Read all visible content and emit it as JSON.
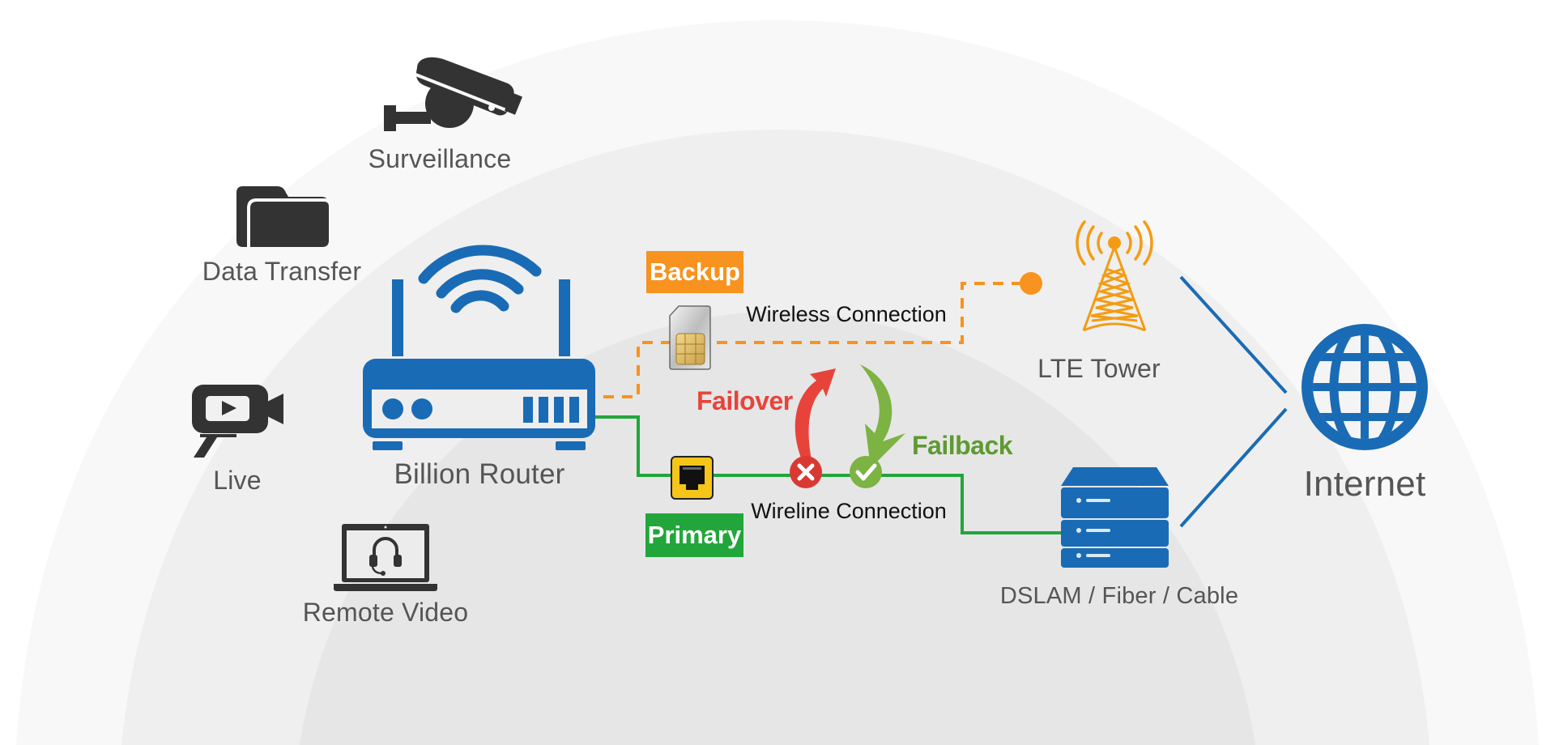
{
  "diagram": {
    "title": "Billion Router failover / failback network diagram",
    "colors": {
      "brand_blue": "#1a6bb5",
      "icon_dark": "#333333",
      "backup_orange": "#f7931e",
      "primary_green": "#22a63b",
      "failover_red": "#e8433a",
      "failback_green": "#7cb342",
      "label_gray": "#555555",
      "arc_outer": "#f8f8f8",
      "arc_middle": "#efefef",
      "arc_inner": "#e6e6e6"
    },
    "applications": [
      {
        "id": "surveillance",
        "label": "Surveillance",
        "icon": "security-camera-icon"
      },
      {
        "id": "data-transfer",
        "label": "Data Transfer",
        "icon": "folder-icon"
      },
      {
        "id": "live",
        "label": "Live",
        "icon": "video-camera-icon"
      },
      {
        "id": "remote-video",
        "label": "Remote Video",
        "icon": "laptop-headset-icon"
      }
    ],
    "router": {
      "label": "Billion Router",
      "icon": "wifi-router-icon"
    },
    "backup": {
      "badge": "Backup",
      "connection_label": "Wireless Connection",
      "interface_icon": "sim-card-icon",
      "line_style": "dashed"
    },
    "primary": {
      "badge": "Primary",
      "connection_label": "Wireline Connection",
      "interface_icon": "ethernet-port-icon",
      "line_style": "solid"
    },
    "failover": {
      "label": "Failover",
      "status_icon": "error-x-icon"
    },
    "failback": {
      "label": "Failback",
      "status_icon": "success-check-icon"
    },
    "lte_tower": {
      "label": "LTE Tower",
      "icon": "cell-tower-icon"
    },
    "dslam": {
      "label": "DSLAM / Fiber / Cable",
      "icon": "server-stack-icon"
    },
    "internet": {
      "label": "Internet",
      "icon": "globe-icon"
    }
  }
}
